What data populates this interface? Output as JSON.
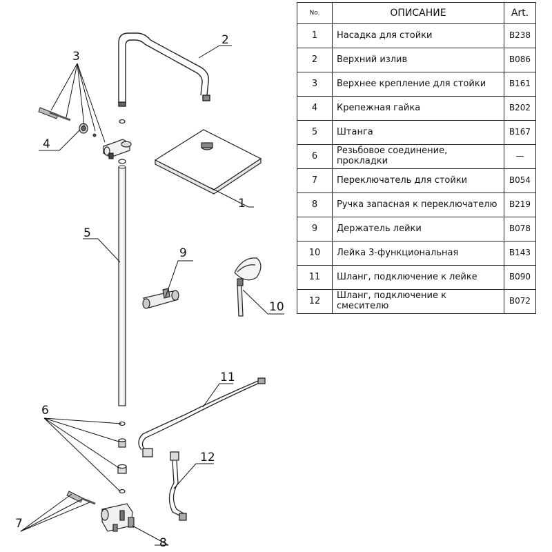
{
  "table": {
    "headers": {
      "no": "No.",
      "description": "ОПИСАНИЕ",
      "art": "Art."
    },
    "rows": [
      {
        "no": "1",
        "description": "Насадка для стойки",
        "art": "B238"
      },
      {
        "no": "2",
        "description": "Верхний излив",
        "art": "B086"
      },
      {
        "no": "3",
        "description": "Верхнее крепление для стойки",
        "art": "B161"
      },
      {
        "no": "4",
        "description": "Крепежная гайка",
        "art": "B202"
      },
      {
        "no": "5",
        "description": "Штанга",
        "art": "B167"
      },
      {
        "no": "6",
        "description": "Резьбовое соединение, прокладки",
        "art": "—"
      },
      {
        "no": "7",
        "description": "Переключатель для стойки",
        "art": "B054"
      },
      {
        "no": "8",
        "description": "Ручка запасная к переключателю",
        "art": "B219"
      },
      {
        "no": "9",
        "description": "Держатель лейки",
        "art": "B078"
      },
      {
        "no": "10",
        "description": "Лейка 3-функциональная",
        "art": "B143"
      },
      {
        "no": "11",
        "description": "Шланг, подключение к лейке",
        "art": "B090"
      },
      {
        "no": "12",
        "description": "Шланг, подключение к смесителю",
        "art": "B072"
      }
    ]
  },
  "callouts": {
    "c1": "1",
    "c2": "2",
    "c3": "3",
    "c4": "4",
    "c5": "5",
    "c6": "6",
    "c7": "7",
    "c8": "8",
    "c9": "9",
    "c10": "10",
    "c11": "11",
    "c12": "12"
  }
}
